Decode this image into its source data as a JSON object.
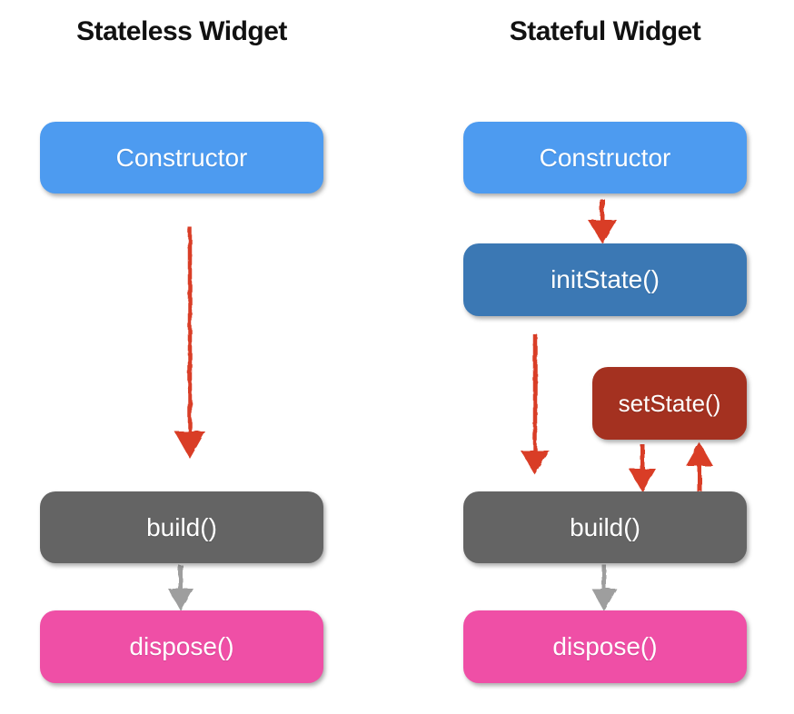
{
  "diagram": {
    "stateless": {
      "title": "Stateless Widget",
      "nodes": [
        {
          "label": "Constructor"
        },
        {
          "label": "build()"
        },
        {
          "label": "dispose()"
        }
      ]
    },
    "stateful": {
      "title": "Stateful Widget",
      "nodes": [
        {
          "label": "Constructor"
        },
        {
          "label": "initState()"
        },
        {
          "label": "setState()"
        },
        {
          "label": "build()"
        },
        {
          "label": "dispose()"
        }
      ]
    },
    "edges": [
      {
        "column": "stateless",
        "from": "Constructor",
        "to": "build()",
        "color": "red"
      },
      {
        "column": "stateless",
        "from": "build()",
        "to": "dispose()",
        "color": "gray"
      },
      {
        "column": "stateful",
        "from": "Constructor",
        "to": "initState()",
        "color": "red"
      },
      {
        "column": "stateful",
        "from": "initState()",
        "to": "build()",
        "color": "red"
      },
      {
        "column": "stateful",
        "from": "setState()",
        "to": "build()",
        "color": "red"
      },
      {
        "column": "stateful",
        "from": "build()",
        "to": "setState()",
        "color": "red"
      },
      {
        "column": "stateful",
        "from": "build()",
        "to": "dispose()",
        "color": "gray"
      }
    ]
  },
  "colors": {
    "constructor_blue": "#4D9BF0",
    "init_state_blue": "#3B78B4",
    "set_state_red": "#A43120",
    "build_gray": "#646464",
    "dispose_pink": "#EF4FA6",
    "arrow_red": "#D93E28",
    "arrow_gray": "#9E9E9E",
    "title_color": "#111111"
  }
}
